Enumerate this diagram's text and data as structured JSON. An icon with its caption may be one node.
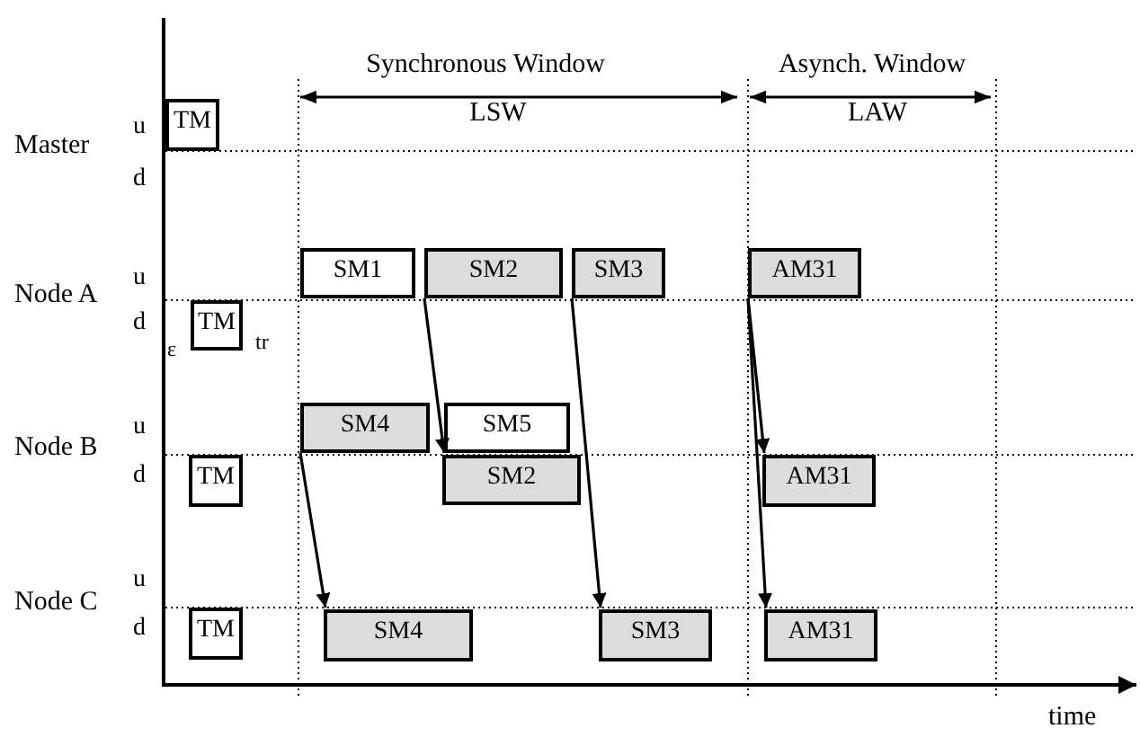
{
  "diagram": {
    "nodes": [
      {
        "text": [
          "TM"
        ]
      },
      {
        "text": [
          "SM1"
        ]
      },
      {
        "text": [
          "SM2"
        ]
      },
      {
        "text": [
          "SM3"
        ]
      },
      {
        "text": [
          "AM31"
        ]
      },
      {
        "text": [
          "TM"
        ]
      },
      {
        "text": [
          "SM4"
        ]
      },
      {
        "text": [
          "SM5"
        ]
      },
      {
        "text": [
          "SM2"
        ]
      },
      {
        "text": [
          "AM31"
        ]
      },
      {
        "text": [
          "TM"
        ]
      },
      {
        "text": [
          "TM"
        ]
      },
      {
        "text": [
          "SM4"
        ]
      },
      {
        "text": [
          "SM3"
        ]
      },
      {
        "text": [
          "AM31"
        ]
      }
    ],
    "edges": [
      {
        "from": 2,
        "to": 8,
        "arrow": "to"
      },
      {
        "from": 6,
        "to": 12,
        "arrow": "to"
      },
      {
        "from": 3,
        "to": 13,
        "arrow": "to"
      },
      {
        "from": 4,
        "to": 9,
        "arrow": "to"
      },
      {
        "from": 4,
        "to": 14,
        "arrow": "to"
      }
    ],
    "labels": [
      "Synchronous Window",
      "Asynch. Window",
      "LSW",
      "LAW",
      "u",
      "Master",
      "d",
      "u",
      "Node A",
      "d",
      "ε",
      "tr",
      "u",
      "Node B",
      "d",
      "u",
      "Node C",
      "d",
      "time"
    ]
  }
}
